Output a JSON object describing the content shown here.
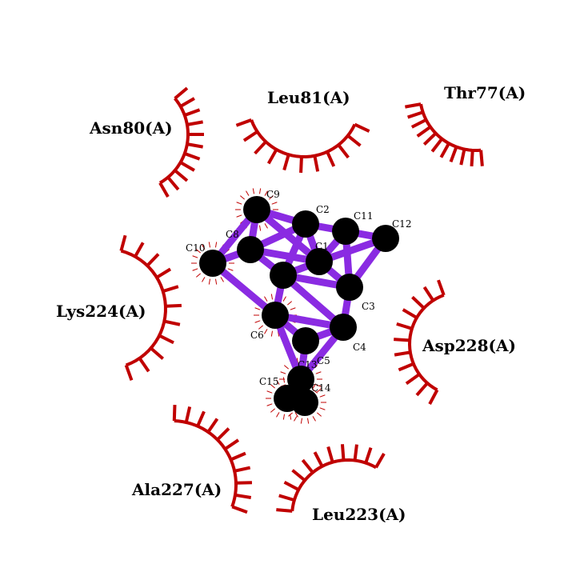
{
  "colors": {
    "bond": "#8a2be2",
    "atom": "#000000",
    "hydrophobic_contact": "#c00000",
    "background": "#ffffff"
  },
  "residues": [
    {
      "id": "thr77",
      "label": "Thr77(A)"
    },
    {
      "id": "leu81",
      "label": "Leu81(A)"
    },
    {
      "id": "asn80",
      "label": "Asn80(A)"
    },
    {
      "id": "lys224",
      "label": "Lys224(A)"
    },
    {
      "id": "asp228",
      "label": "Asp228(A)"
    },
    {
      "id": "ala227",
      "label": "Ala227(A)"
    },
    {
      "id": "leu223",
      "label": "Leu223(A)"
    }
  ],
  "atoms": [
    {
      "id": "C1",
      "label": "C1"
    },
    {
      "id": "C2",
      "label": "C2"
    },
    {
      "id": "C3",
      "label": "C3"
    },
    {
      "id": "C4",
      "label": "C4"
    },
    {
      "id": "C5",
      "label": "C5"
    },
    {
      "id": "C6",
      "label": "C6"
    },
    {
      "id": "C7",
      "label": ""
    },
    {
      "id": "C8",
      "label": "C8"
    },
    {
      "id": "C9",
      "label": "C9"
    },
    {
      "id": "C10",
      "label": "C10"
    },
    {
      "id": "C11",
      "label": "C11"
    },
    {
      "id": "C12",
      "label": "C12"
    },
    {
      "id": "C13",
      "label": "C13"
    },
    {
      "id": "C14",
      "label": "C14"
    },
    {
      "id": "C15",
      "label": "C15"
    }
  ],
  "bonds": [
    [
      "C9",
      "C2"
    ],
    [
      "C2",
      "C11"
    ],
    [
      "C11",
      "C12"
    ],
    [
      "C9",
      "C8"
    ],
    [
      "C9",
      "C10"
    ],
    [
      "C9",
      "C1"
    ],
    [
      "C2",
      "C7"
    ],
    [
      "C2",
      "C8"
    ],
    [
      "C2",
      "C1"
    ],
    [
      "C11",
      "C1"
    ],
    [
      "C11",
      "C3"
    ],
    [
      "C12",
      "C1"
    ],
    [
      "C12",
      "C3"
    ],
    [
      "C8",
      "C10"
    ],
    [
      "C8",
      "C7"
    ],
    [
      "C8",
      "C1"
    ],
    [
      "C7",
      "C1"
    ],
    [
      "C7",
      "C6"
    ],
    [
      "C7",
      "C3"
    ],
    [
      "C1",
      "C3"
    ],
    [
      "C10",
      "C6"
    ],
    [
      "C6",
      "C5"
    ],
    [
      "C6",
      "C13"
    ],
    [
      "C3",
      "C4"
    ],
    [
      "C5",
      "C4"
    ],
    [
      "C5",
      "C13"
    ],
    [
      "C4",
      "C13"
    ],
    [
      "C13",
      "C15"
    ],
    [
      "C13",
      "C14"
    ],
    [
      "C15",
      "C14"
    ],
    [
      "C7",
      "C4"
    ],
    [
      "C6",
      "C4"
    ]
  ],
  "contact_atoms": [
    "C9",
    "C10",
    "C6",
    "C13",
    "C15",
    "C14"
  ]
}
